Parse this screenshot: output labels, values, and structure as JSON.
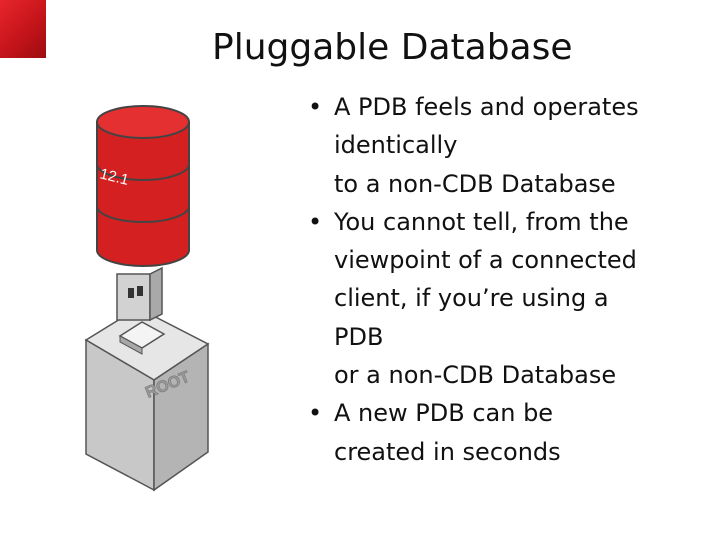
{
  "slide": {
    "title": "Pluggable Database",
    "bullets": [
      {
        "lines": [
          "A PDB feels and operates",
          "identically",
          "to a non-CDB Database"
        ]
      },
      {
        "lines": [
          "You cannot tell, from the",
          "viewpoint of a connected",
          "client, if you’re using a",
          "PDB",
          "or a non-CDB Database"
        ]
      },
      {
        "lines": [
          "A new PDB can be",
          "created in seconds"
        ]
      }
    ]
  },
  "illustration": {
    "drive_label": "12.1",
    "container_label": "ROOT",
    "colors": {
      "drive": "#d42020",
      "container": "#c6c6c6",
      "plug": "#d0d0d0",
      "accent": "#e8262c"
    },
    "icons": [
      "usb-database-icon",
      "root-container-icon"
    ]
  }
}
